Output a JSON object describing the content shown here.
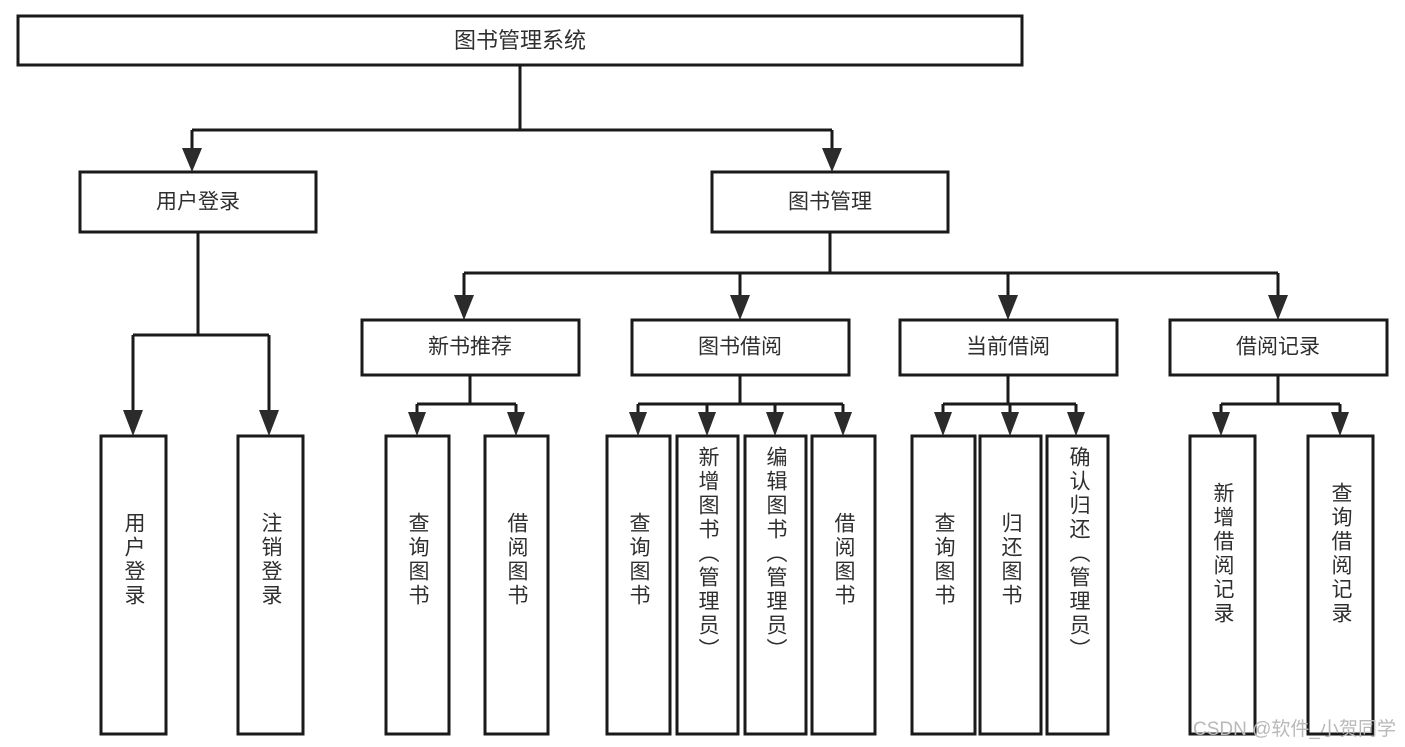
{
  "diagram": {
    "title": "图书管理系统",
    "watermark": "CSDN @软件_小贺同学",
    "colors": {
      "stroke": "#1a1a1a",
      "text": "#2f2f2f",
      "background": "#ffffff",
      "watermark": "#b9b9b9"
    },
    "root": {
      "label": "图书管理系统"
    },
    "level2": [
      {
        "label": "用户登录"
      },
      {
        "label": "图书管理"
      }
    ],
    "level3": [
      {
        "label": "新书推荐"
      },
      {
        "label": "图书借阅"
      },
      {
        "label": "当前借阅"
      },
      {
        "label": "借阅记录"
      }
    ],
    "leaves": {
      "user_login": [
        {
          "label": "用户登录"
        },
        {
          "label": "注销登录"
        }
      ],
      "new_book_recommend": [
        {
          "label": "查询图书"
        },
        {
          "label": "借阅图书"
        }
      ],
      "book_borrow": [
        {
          "label": "查询图书"
        },
        {
          "label": "新增图书（管理员）"
        },
        {
          "label": "编辑图书（管理员）"
        },
        {
          "label": "借阅图书"
        }
      ],
      "current_borrow": [
        {
          "label": "查询图书"
        },
        {
          "label": "归还图书"
        },
        {
          "label": "确认归还（管理员）"
        }
      ],
      "borrow_records": [
        {
          "label": "新增借阅记录"
        },
        {
          "label": "查询借阅记录"
        }
      ]
    }
  }
}
